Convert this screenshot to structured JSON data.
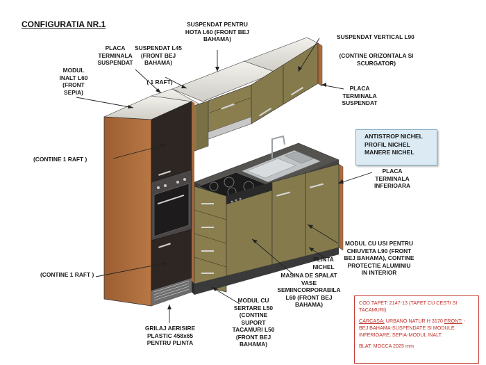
{
  "page": {
    "title": "CONFIGURATIA NR.1"
  },
  "labels": {
    "suspendat_hota": [
      "SUSPENDAT PENTRU",
      "HOTA  L60 (FRONT BEJ",
      "BAHAMA)"
    ],
    "suspendat_vertical": [
      "SUSPENDAT VERTICAL L90"
    ],
    "contine_orizontala": [
      "(CONTINE  ORIZONTALA SI",
      "SCURGATOR)"
    ],
    "placa_terminala_suspendat_left": [
      "PLACA",
      "TERMINALA",
      "SUSPENDAT"
    ],
    "suspendat_l45": [
      "SUSPENDAT L45",
      "(FRONT BEJ",
      "BAHAMA)"
    ],
    "one_raft": [
      "( 1 RAFT)"
    ],
    "modul_inalt": [
      "MODUL",
      "INALT L60",
      "(FRONT",
      "SEPIA)"
    ],
    "placa_terminala_suspendat_right": [
      "PLACA",
      "TERMINALA",
      "SUSPENDAT"
    ],
    "contine_1_raft_top": [
      "(CONTINE 1 RAFT )"
    ],
    "placa_terminala_inferioara": [
      "PLACA",
      "TERMINALA",
      "INFERIOARA"
    ],
    "contine_1_raft_bottom": [
      "(CONTINE 1 RAFT )"
    ],
    "modul_usi_chiuveta": [
      "MODUL CU  USI PENTRU",
      "CHIUVETA  L90 (FRONT",
      "BEJ BAHAMA), CONTINE",
      "PROTECTIE ALUMINIU",
      "IN INTERIOR"
    ],
    "plinta_nichel": [
      "PLINTA",
      "NICHEL"
    ],
    "masina_de_spalat": [
      "MASINA DE SPALAT",
      "VASE",
      "SEMIINCORPORABILA",
      "L60 (FRONT  BEJ",
      "BAHAMA)"
    ],
    "modul_sertare": [
      "MODUL CU",
      "SERTARE L50",
      "(CONTINE",
      "SUPORT",
      "TACAMURI L50",
      "(FRONT BEJ",
      "BAHAMA)"
    ],
    "grilaj": [
      "GRILAJ AERISIRE",
      "PLASTIC 458x65",
      "PENTRU PLINTA"
    ]
  },
  "accessory_box": [
    "ANTISTROP NICHEL",
    "PROFIL NICHEL",
    "MANERE NICHEL"
  ],
  "spec_box": {
    "cod_tapet": "COD TAPET: 2147-13 (TAPET CU CESTI SI TACAMURI)",
    "carcasa_label": "CARCASA:",
    "carcasa_value": " URBANO NATUR H 3170 ",
    "front_label": "FRONT:",
    "front_value": " - BEJ BAHAMA-SUSPENDATE SI MODULE INFERIOARE; SEPIA-MODUL INALT.",
    "blat": "BLAT: MOCCA 2025 mm"
  },
  "colors": {
    "front_bej_bahama": "#857a4c",
    "front_sepia": "#2e2622",
    "carcasa": "#a8693a",
    "countertop": "#d9d7d1",
    "spec_text": "#c0302a"
  }
}
